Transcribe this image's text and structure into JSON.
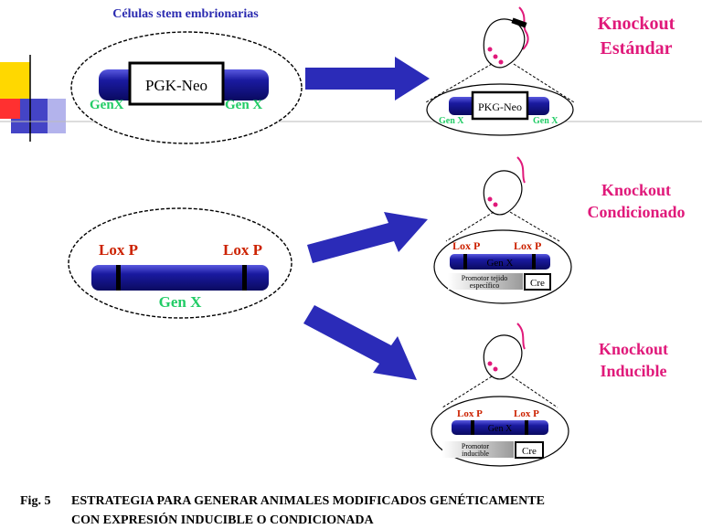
{
  "top_title": "Células stem embrionarias",
  "section1": {
    "cassette_label": "PGK-Neo",
    "gene_left": "GenX",
    "gene_right": "Gen X",
    "small_cassette_label": "PKG-Neo",
    "small_gene_left": "Gen X",
    "small_gene_right": "Gen X",
    "result_line1": "Knockout",
    "result_line2": "Estándar"
  },
  "section2": {
    "lox_left": "Lox P",
    "lox_right": "Lox P",
    "gene_label": "Gen X",
    "cond_lox_left": "Lox P",
    "cond_lox_right": "Lox P",
    "cond_gene": "Gen X",
    "cond_promoter_line1": "Promotor tejido",
    "cond_promoter_line2": "específico",
    "cond_cre": "Cre",
    "cond_result_line1": "Knockout",
    "cond_result_line2": "Condicionado",
    "ind_lox_left": "Lox P",
    "ind_lox_right": "Lox P",
    "ind_gene": "Gen X",
    "ind_promoter_line1": "Promotor",
    "ind_promoter_line2": "inducible",
    "ind_cre": "Cre",
    "ind_result_line1": "Knockout",
    "ind_result_line2": "Inducible"
  },
  "caption": {
    "fig_label": "Fig. 5",
    "line1": "ESTRATEGIA PARA GENERAR ANIMALES MODIFICADOS GENÉTICAMENTE",
    "line2": "CON EXPRESIÓN INDUCIBLE O CONDICIONADA"
  },
  "colors": {
    "gene_bar": "#1a1a8c",
    "arrow": "#2b2bb8",
    "magenta": "#e0197a",
    "green": "#22cc66",
    "red": "#cc2200",
    "deco_yellow": "#ffd800",
    "deco_red": "#ff2020",
    "deco_blue": "#3030c0"
  }
}
